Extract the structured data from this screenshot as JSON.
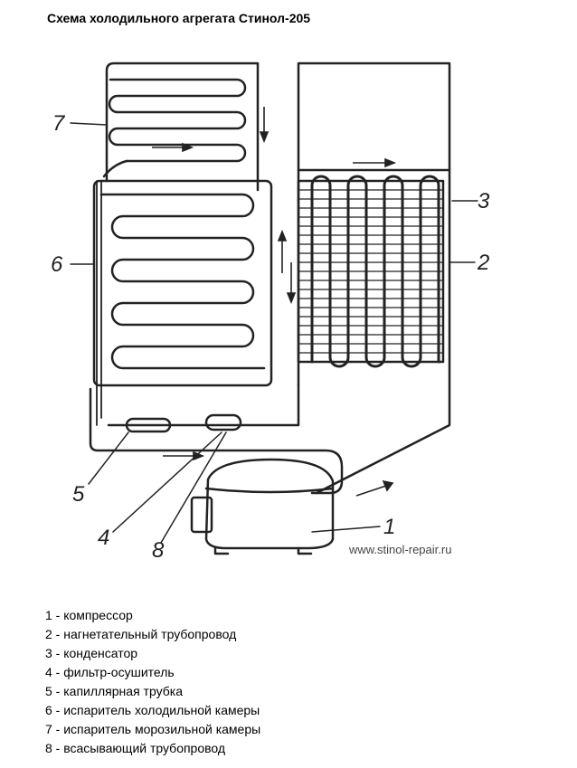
{
  "title": "Схема холодильного агрегата Стинол-205",
  "callouts": [
    "1",
    "2",
    "3",
    "4",
    "5",
    "6",
    "7",
    "8"
  ],
  "watermark": "www.stinol-repair.ru",
  "legend": [
    "1 - компрессор",
    "2 - нагнетательный трубопровод",
    "3 - конденсатор",
    "4 - фильтр-осушитель",
    "5 - капиллярная трубка",
    "6 - испаритель холодильной камеры",
    "7 - испаритель морозильной камеры",
    "8 - всасывающий трубопровод"
  ]
}
